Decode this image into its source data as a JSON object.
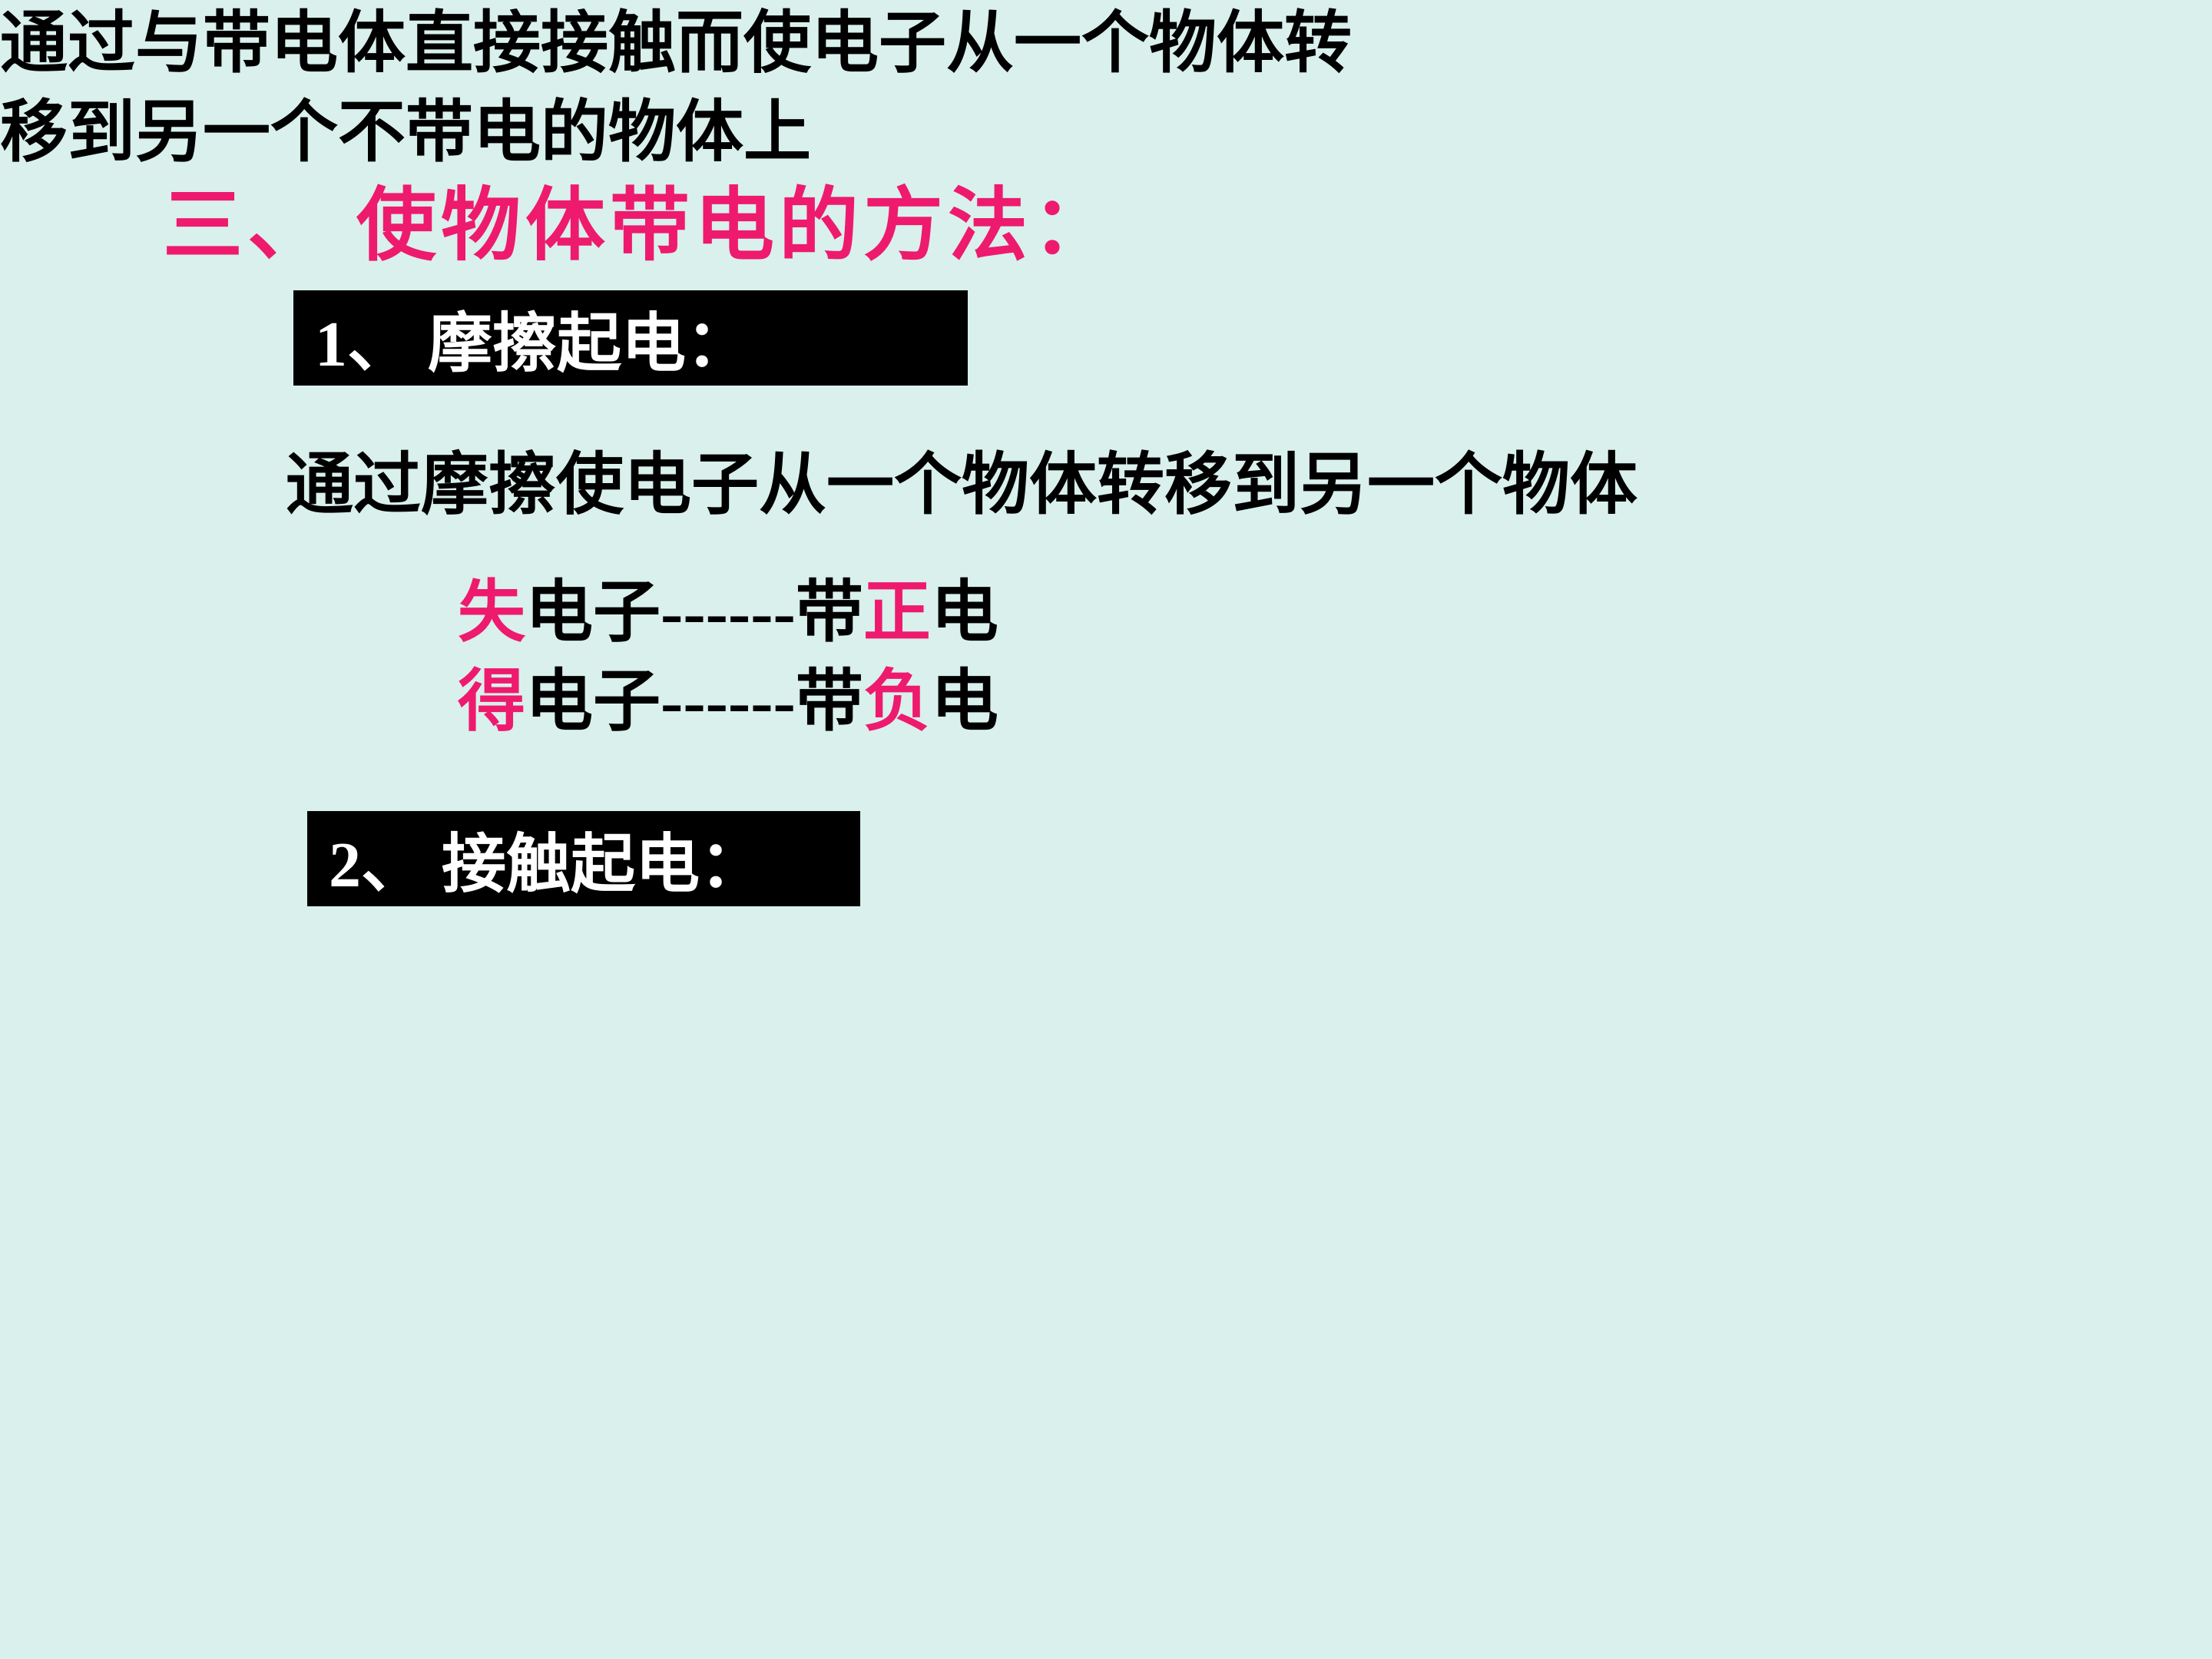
{
  "slide": {
    "bg_color": "#d9f0ec",
    "accent_color": "#ee1a6e",
    "title": "三、 使物体带电的方法：",
    "section1": {
      "heading": "1、 摩擦起电：",
      "body": "通过摩擦使电子从一个物体转移到另一个物体",
      "line1": {
        "pre": "失",
        "mid": "电子------带",
        "hl": "正",
        "post": "电"
      },
      "line2": {
        "pre": "得",
        "mid": "电子------带",
        "hl": "负",
        "post": "电"
      }
    },
    "section2": {
      "heading": "2、 接触起电：",
      "body_line1": "通过与带电体直接接触而使电子从一个物体转",
      "body_line2": "移到另一个不带电的物体上"
    }
  }
}
